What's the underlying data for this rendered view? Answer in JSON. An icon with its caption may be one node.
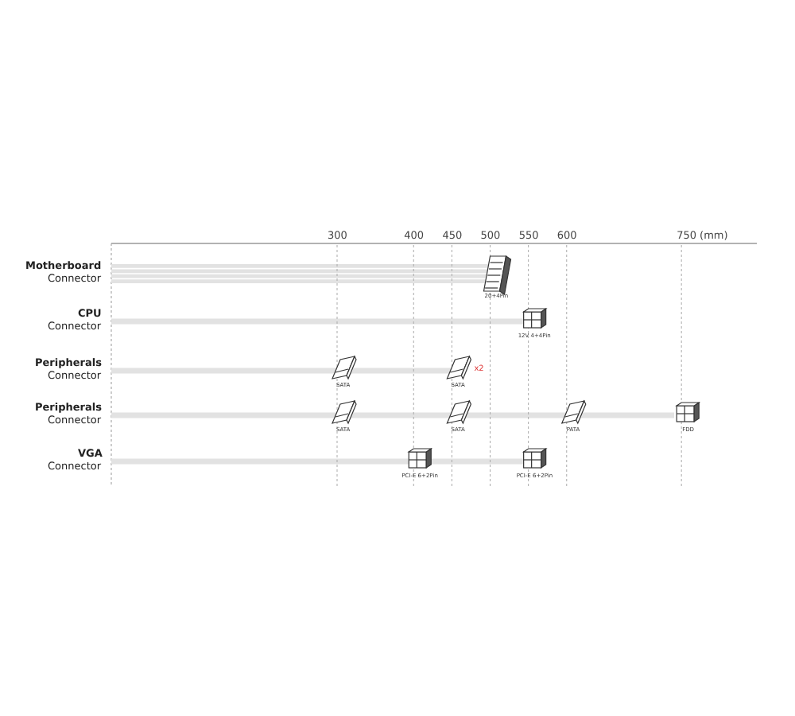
{
  "diagram": {
    "labels": [
      "300",
      "400",
      "450",
      "500",
      "550",
      "600",
      "750 (mm)",
      "Motherboard",
      "Connector",
      "20+4Pin",
      "CPU",
      "Connector",
      "12V 4+4Pin",
      "Peripherals",
      "Connector",
      "SATA",
      "SATA",
      "x2",
      "Peripherals",
      "Connector",
      "SATA",
      "SATA",
      "PATA",
      "FDD",
      "VGA",
      "Connector",
      "PCI-E 6+2Pin",
      "PCI-E 6+2Pin"
    ]
  }
}
